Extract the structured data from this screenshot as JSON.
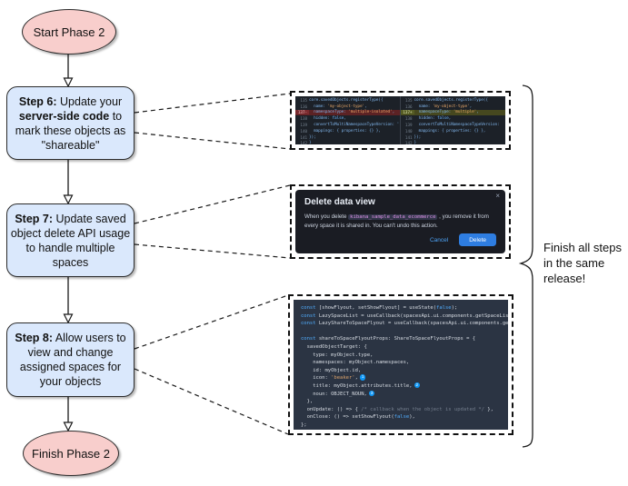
{
  "flowchart": {
    "start_label": "Start Phase 2",
    "finish_label": "Finish Phase 2",
    "steps": [
      {
        "id": "step6",
        "segments": [
          {
            "text": "Step 6:",
            "bold": true
          },
          {
            "text": " Update your ",
            "bold": false
          },
          {
            "text": "server-side code",
            "bold": true
          },
          {
            "text": " to mark these objects as \"shareable\"",
            "bold": false
          }
        ]
      },
      {
        "id": "step7",
        "segments": [
          {
            "text": "Step 7:",
            "bold": true
          },
          {
            "text": " Update saved object delete API usage to handle multiple spaces",
            "bold": false
          }
        ]
      },
      {
        "id": "step8",
        "segments": [
          {
            "text": "Step 8:",
            "bold": true
          },
          {
            "text": " Allow users to view and change assigned spaces for your objects",
            "bold": false
          }
        ]
      }
    ],
    "brace_note": "Finish all steps in the same release!"
  },
  "diff_screenshot": {
    "left_lines": [
      {
        "num": "135",
        "text": "core.savedObjects.registerType({",
        "type": "ctx"
      },
      {
        "num": "136",
        "text": "  name: 'my-object-type',",
        "type": "ctx"
      },
      {
        "num": "137-",
        "text": "  namespaceType: 'multiple-isolated',",
        "type": "del"
      },
      {
        "num": "138",
        "text": "  hidden: false,",
        "type": "ctx"
      },
      {
        "num": "139",
        "text": "  convertToMultiNamespaceTypeVersion: '",
        "type": "ctx"
      },
      {
        "num": "140",
        "text": "  mappings: { properties: {} },",
        "type": "ctx"
      },
      {
        "num": "141",
        "text": "});",
        "type": "ctx"
      },
      {
        "num": "142",
        "text": "}",
        "type": "ctx"
      }
    ],
    "right_lines": [
      {
        "num": "135",
        "text": "core.savedObjects.registerType({",
        "type": "ctx"
      },
      {
        "num": "136",
        "text": "  name: 'my-object-type',",
        "type": "ctx"
      },
      {
        "num": "137+",
        "text": "  namespaceType: 'multiple',",
        "type": "add"
      },
      {
        "num": "138",
        "text": "  hidden: false,",
        "type": "ctx"
      },
      {
        "num": "139",
        "text": "  convertToMultiNamespaceTypeVersion: ",
        "type": "ctx"
      },
      {
        "num": "140",
        "text": "  mappings: { properties: {} },",
        "type": "ctx"
      },
      {
        "num": "141",
        "text": "});",
        "type": "ctx"
      },
      {
        "num": "142",
        "text": "}",
        "type": "ctx"
      }
    ]
  },
  "dialog_screenshot": {
    "title": "Delete data view",
    "body_prefix": "When you delete ",
    "code_token": "kibana_sample_data_ecommerce",
    "body_suffix": " , you remove it from every space it is shared in. You can't undo this action.",
    "cancel_label": "Cancel",
    "delete_label": "Delete",
    "close_glyph": "×"
  },
  "code_screenshot": {
    "lines": [
      {
        "text": "const [showFlyout, setShowFlyout] = useState(false);"
      },
      {
        "text": "const LazySpaceList = useCallback(spacesApi.ui.components.getSpaceLis"
      },
      {
        "text": "const LazyShareToSpaceFlyout = useCallback(spacesApi.ui.components.ge"
      },
      {
        "text": ""
      },
      {
        "text": "const shareToSpaceFlyoutProps: ShareToSpaceFlyoutProps = {"
      },
      {
        "text": "  savedObjectTarget: {"
      },
      {
        "text": "    type: myObject.type,"
      },
      {
        "text": "    namespaces: myObject.namespaces,"
      },
      {
        "text": "    id: myObject.id,"
      },
      {
        "text": "    icon: 'beaker',",
        "badge": "1"
      },
      {
        "text": "    title: myObject.attributes.title,",
        "badge": "2"
      },
      {
        "text": "    noun: OBJECT_NOUN,",
        "badge": "3"
      },
      {
        "text": "  },"
      },
      {
        "text": "  onUpdate: () => { /* callback when the object is updated */ },"
      },
      {
        "text": "  onClose: () => setShowFlyout(false),"
      },
      {
        "text": "};"
      }
    ]
  },
  "colors": {
    "node_terminal_fill": "#f8cecc",
    "node_step_fill": "#dae8fc",
    "diff_delete_bg": "#5c2224",
    "diff_add_bg": "#46481f",
    "accent_badge_blue": "#1098f7",
    "delete_button_blue": "#2e7de1"
  }
}
